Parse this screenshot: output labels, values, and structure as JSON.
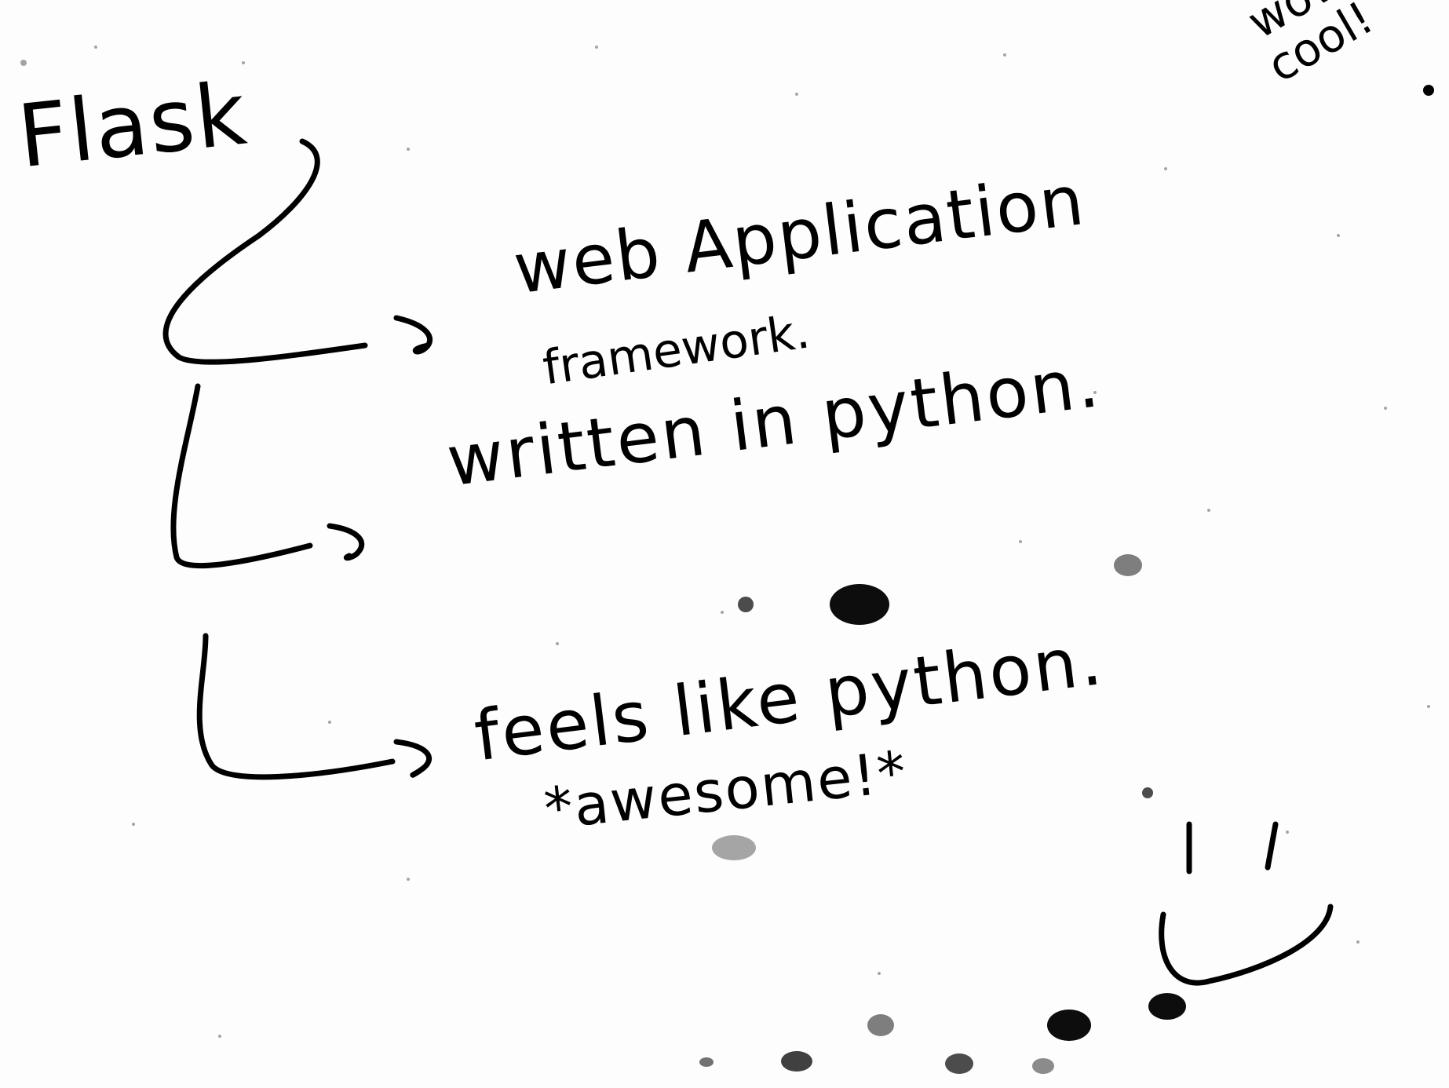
{
  "note": {
    "title": "Flask",
    "items": [
      {
        "text": "web Application",
        "subtext": "framework."
      },
      {
        "text": "written in python."
      },
      {
        "text": "feels like python.",
        "subtext": "*awesome!*"
      }
    ],
    "corner_note": [
      "wow",
      "cool!"
    ],
    "doodle": "smiley-face",
    "ink_color": "#000000",
    "paper_color": "#fdfdfd"
  }
}
